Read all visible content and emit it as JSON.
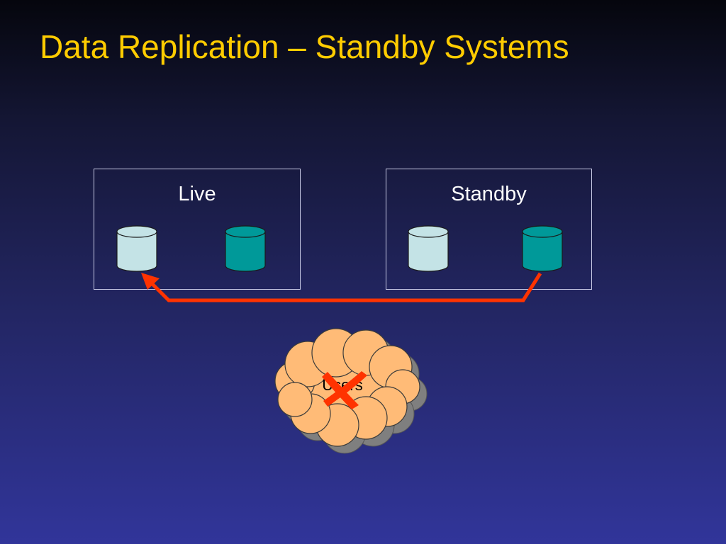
{
  "slide": {
    "title": "Data Replication – Standby Systems"
  },
  "systems": [
    {
      "label": "Live",
      "databases": [
        {
          "icon": "database-icon",
          "color": "#c4e3e6"
        },
        {
          "icon": "database-icon",
          "color": "#009999"
        }
      ]
    },
    {
      "label": "Standby",
      "databases": [
        {
          "icon": "database-icon",
          "color": "#c4e3e6"
        },
        {
          "icon": "database-icon",
          "color": "#009999"
        }
      ]
    }
  ],
  "connector": {
    "icon": "arrow-icon",
    "color": "#ff3300"
  },
  "users_cloud": {
    "label": "Users",
    "icon": "cloud-icon",
    "fill": "#ffbb77",
    "shadow": "#7f7f7f",
    "blocked_icon": "cross-icon",
    "blocked_color": "#ff3300"
  },
  "colors": {
    "title": "#ffcc00",
    "background_top": "#05060d",
    "background_bottom": "#31359a",
    "box_border": "#c9cbe6",
    "text": "#ffffff"
  }
}
